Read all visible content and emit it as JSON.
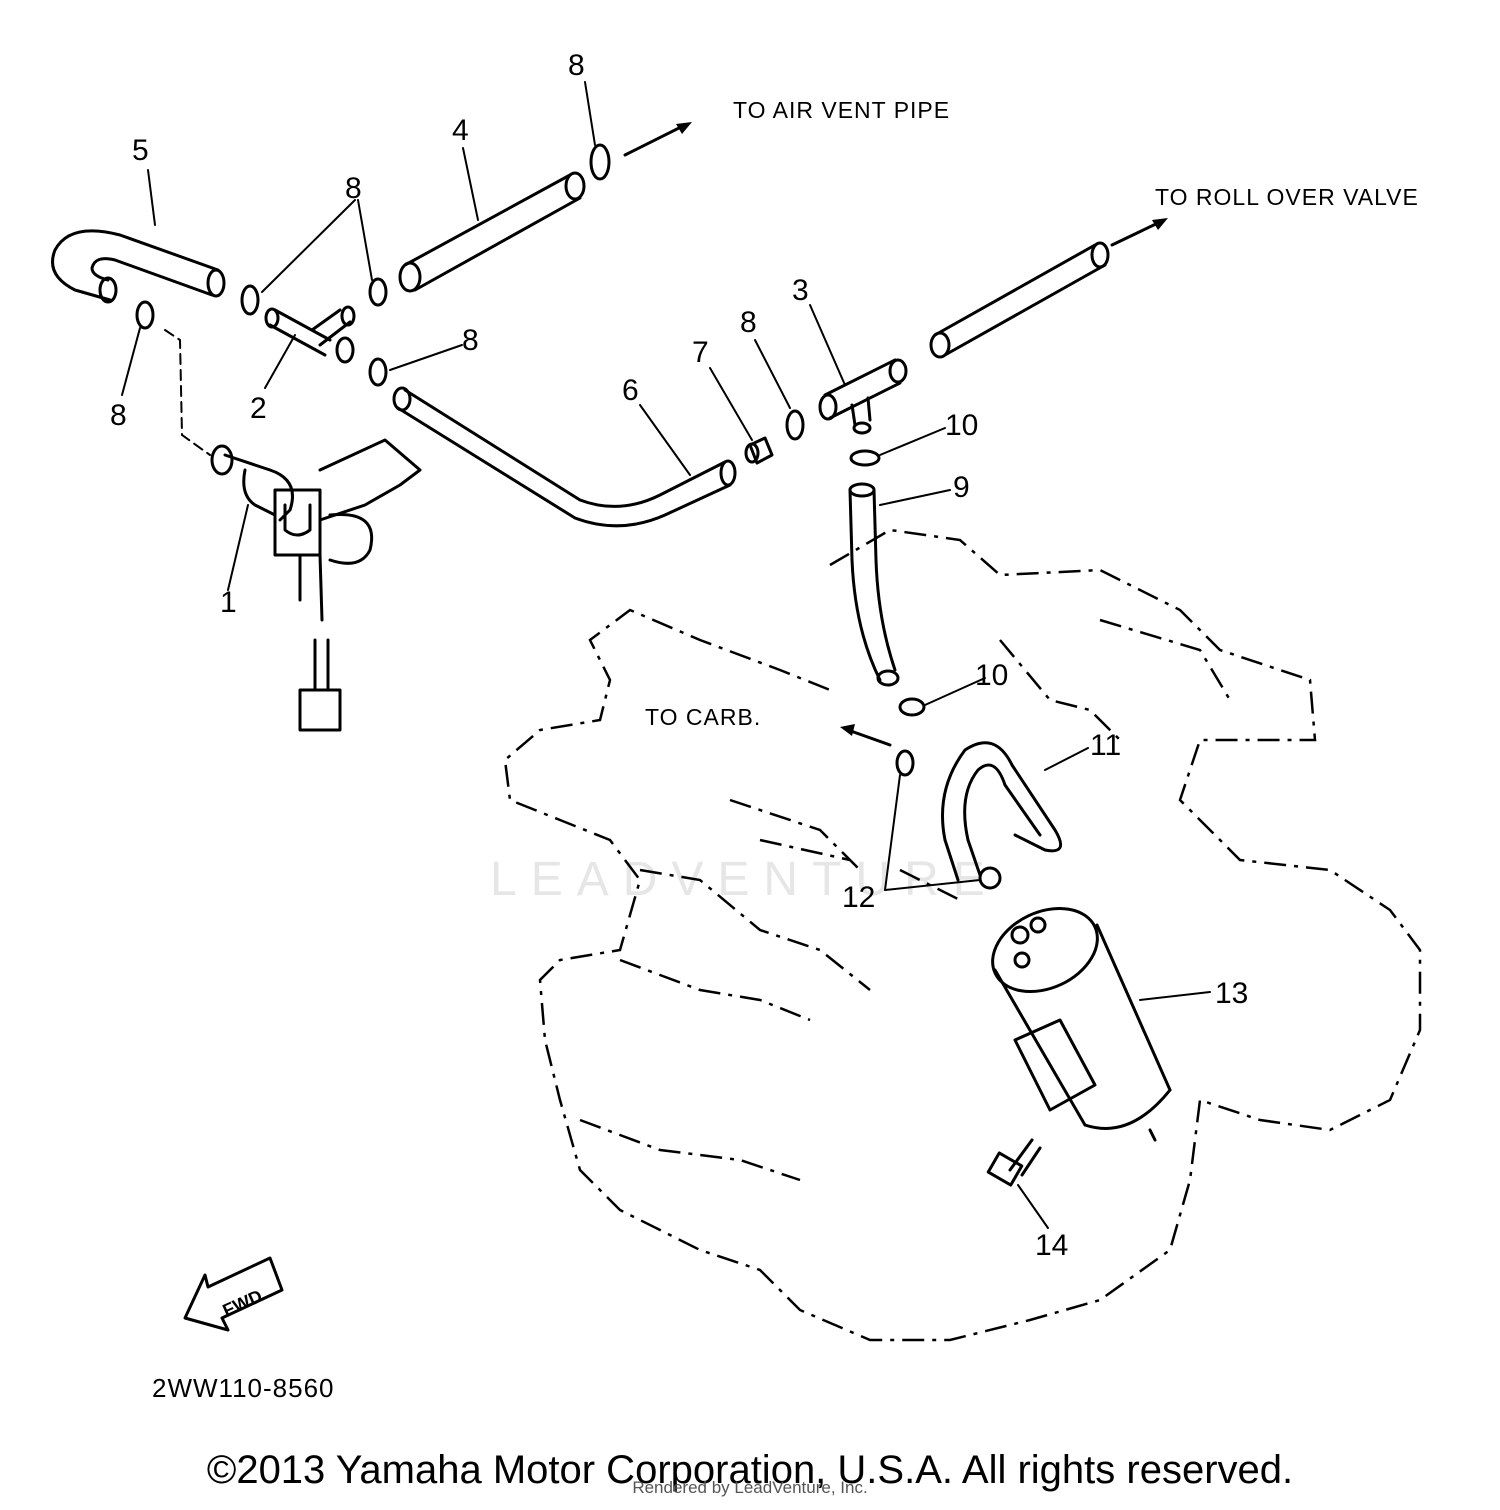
{
  "diagram": {
    "part_labels": [
      "1",
      "2",
      "3",
      "4",
      "5",
      "6",
      "7",
      "8",
      "9",
      "10",
      "11",
      "12",
      "13",
      "14"
    ],
    "annotations": {
      "air_vent": "TO AIR VENT PIPE",
      "roll_over": "TO ROLL OVER VALVE",
      "carb": "TO CARB."
    },
    "fwd_marker": "FWD",
    "diagram_code": "2WW110-8560",
    "watermark": "LEADVENTURE"
  },
  "footer": {
    "copyright": "©2013 Yamaha Motor Corporation, U.S.A. All rights reserved.",
    "rendered_by": "Rendered by LeadVenture, Inc."
  }
}
